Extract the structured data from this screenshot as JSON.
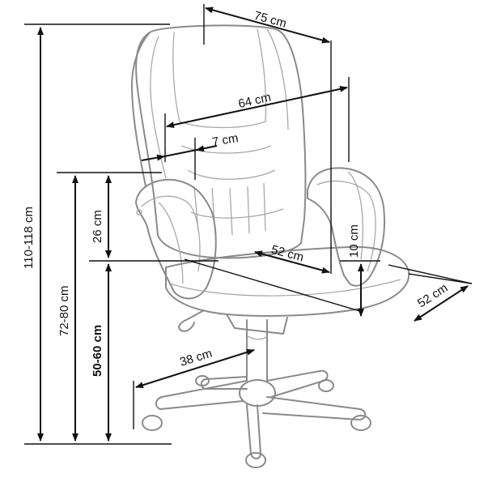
{
  "dimensions": {
    "width_top": "75 cm",
    "width_back": "64 cm",
    "armrest_width": "7 cm",
    "seat_depth": "52 cm",
    "armrest_height": "10 cm",
    "seat_width": "52 cm",
    "base_radius": "38 cm",
    "armrest_above_seat": "26 cm",
    "total_height": "110-118 cm",
    "armrest_height_floor": "72-80 cm",
    "seat_height": "50-60 cm"
  },
  "colors": {
    "line": "#8a8a8a",
    "dimension": "#111111"
  }
}
